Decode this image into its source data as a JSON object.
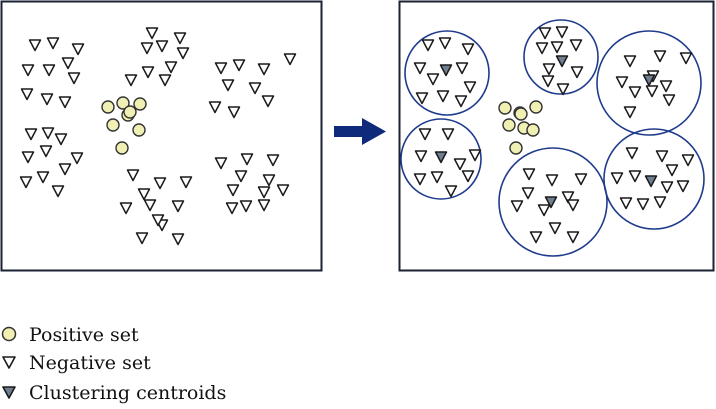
{
  "colors": {
    "panel_border": "#1a2233",
    "circle_stroke": "#1f3b8c",
    "arrow": "#0f2a7a",
    "positive_fill": "#f0f0b4",
    "positive_stroke": "#333333",
    "negative_fill": "#ffffff",
    "negative_stroke": "#1a1a1a",
    "centroid_fill": "#6f7f8f"
  },
  "diagram": {
    "arrow_icon": "right-arrow-icon",
    "left_panel": {
      "positive_count": 8,
      "negative_groups": [
        10,
        9,
        9,
        10,
        11,
        11
      ]
    },
    "right_panel": {
      "positive_count": 8,
      "clusters": 6,
      "centroids_per_cluster": 1
    }
  },
  "legend": [
    {
      "icon": "positive-circle-icon",
      "label": "Positive set"
    },
    {
      "icon": "negative-triangle-icon",
      "label": "Negative set"
    },
    {
      "icon": "centroid-triangle-icon",
      "label": "Clustering centroids"
    }
  ]
}
